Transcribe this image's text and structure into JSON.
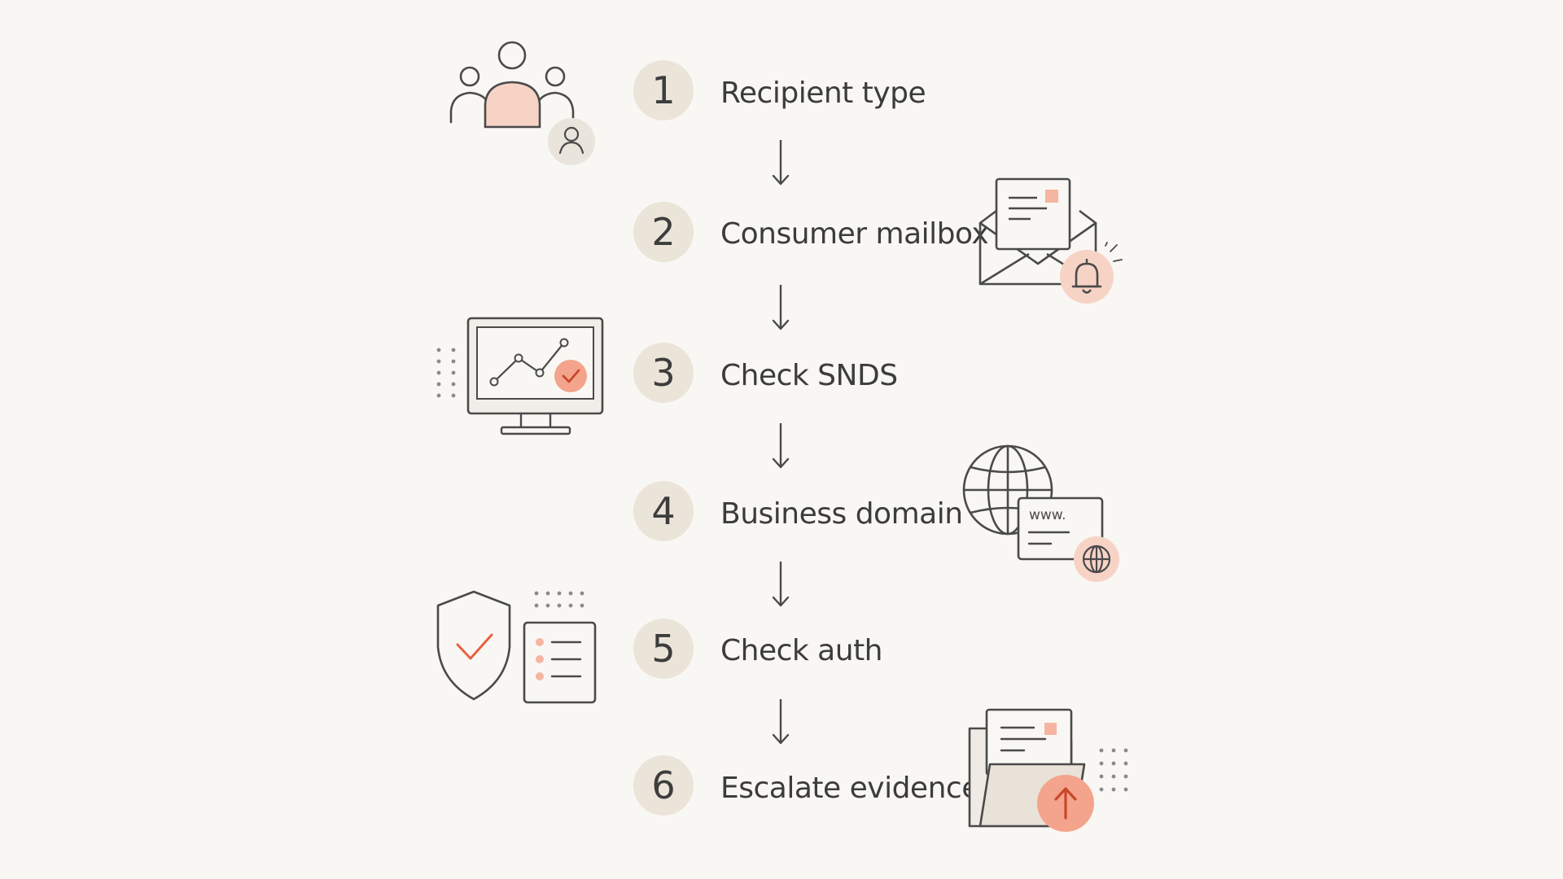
{
  "steps": [
    {
      "number": "1",
      "label": "Recipient type",
      "icon": "users-icon"
    },
    {
      "number": "2",
      "label": "Consumer mailbox",
      "icon": "mail-notification-icon"
    },
    {
      "number": "3",
      "label": "Check SNDS",
      "icon": "monitor-chart-icon"
    },
    {
      "number": "4",
      "label": "Business domain",
      "icon": "globe-domain-icon"
    },
    {
      "number": "5",
      "label": "Check auth",
      "icon": "shield-checklist-icon"
    },
    {
      "number": "6",
      "label": "Escalate evidence",
      "icon": "folder-upload-icon"
    }
  ],
  "icon_text": {
    "www": "www."
  },
  "colors": {
    "background": "#f9f7f3",
    "circle": "#ebe4d9",
    "accent": "#f08a6c",
    "accent_fill": "#f7d3c6",
    "stroke": "#4a4a4a"
  }
}
